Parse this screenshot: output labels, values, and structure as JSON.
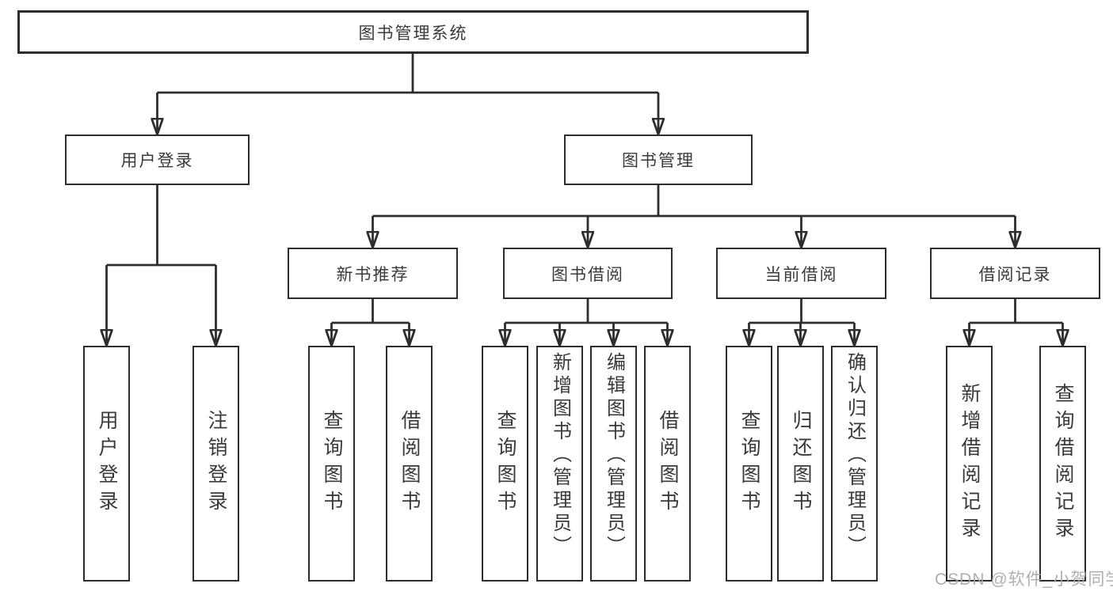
{
  "tree": {
    "root": "图书管理系统",
    "login": {
      "label": "用户登录",
      "children": [
        "用户登录",
        "注销登录"
      ]
    },
    "mgmt": {
      "label": "图书管理",
      "groups": [
        {
          "label": "新书推荐",
          "children": [
            "查询图书",
            "借阅图书"
          ]
        },
        {
          "label": "图书借阅",
          "children": [
            "查询图书",
            "新增图书（管理员）",
            "编辑图书（管理员）",
            "借阅图书"
          ]
        },
        {
          "label": "当前借阅",
          "children": [
            "查询图书",
            "归还图书",
            "确认归还（管理员）"
          ]
        },
        {
          "label": "借阅记录",
          "children": [
            "新增借阅记录",
            "查询借阅记录"
          ]
        }
      ]
    }
  },
  "watermark": {
    "text": "CSDN @软件_小贺同学"
  },
  "colors": {
    "border": "#2d2d2d",
    "line": "#2d2d2d",
    "text": "#3a3a3a",
    "watermark": "#a8a8aa",
    "background": "#ffffff"
  }
}
